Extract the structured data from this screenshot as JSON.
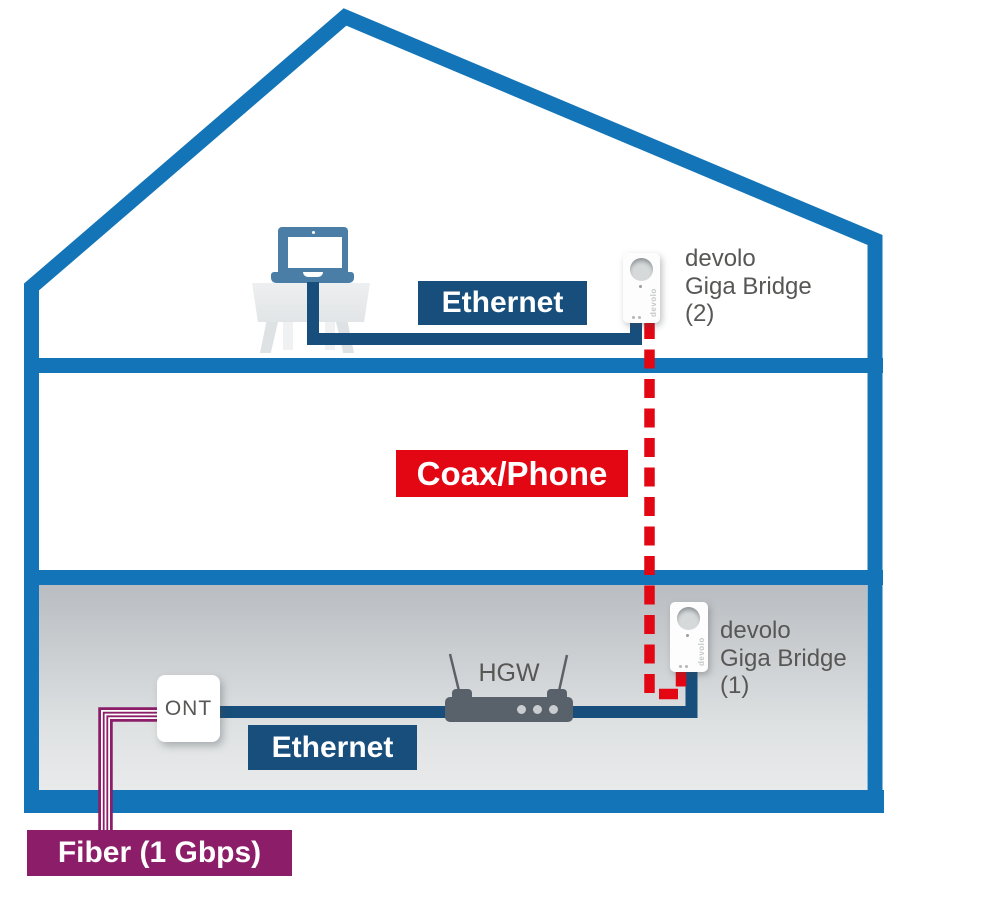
{
  "labels": {
    "ethernet_upper": "Ethernet",
    "ethernet_lower": "Ethernet",
    "coax": "Coax/Phone",
    "fiber": "Fiber (1 Gbps)",
    "ont": "ONT",
    "hgw": "HGW"
  },
  "devices": {
    "bridge2": {
      "brand": "devolo",
      "product": "Giga Bridge",
      "unit": "(2)",
      "side_text": "devolo"
    },
    "bridge1": {
      "brand": "devolo",
      "product": "Giga Bridge",
      "unit": "(1)",
      "side_text": "devolo"
    }
  },
  "colors": {
    "house_blue": "#1375b8",
    "ethernet_navy": "#174e7c",
    "coax_red": "#e30613",
    "fiber_purple": "#8c1d69",
    "text_gray": "#575756",
    "router_gray": "#59616a",
    "laptop_blue": "#4a7ea6"
  }
}
